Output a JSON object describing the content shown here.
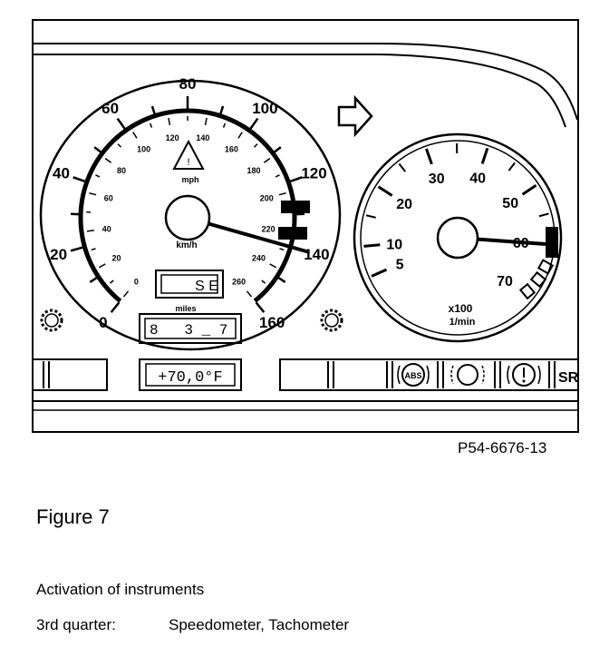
{
  "speedometer": {
    "mph_scale": [
      "0",
      "20",
      "40",
      "60",
      "80",
      "100",
      "120",
      "140",
      "160"
    ],
    "kmh_scale": [
      "0",
      "20",
      "40",
      "60",
      "80",
      "100",
      "120",
      "140",
      "160",
      "180",
      "200",
      "220",
      "240",
      "260"
    ],
    "mph_unit": "mph",
    "kmh_unit": "km/h",
    "display_top": "S E",
    "odometer_unit": "miles",
    "odometer": "8   3 _ 7",
    "needle_value_mph": 140
  },
  "tachometer": {
    "scale": [
      "5",
      "10",
      "20",
      "30",
      "40",
      "50",
      "60",
      "70"
    ],
    "unit_multiplier": "x100",
    "unit": "1/min",
    "needle_value": 60
  },
  "bottom_display": "+70,0°F",
  "warning_lamps": [
    "ABS",
    "SR"
  ],
  "figure_ref": "P54-6676-13",
  "figure_title": "Figure 7",
  "caption_line1": "Activation of instruments",
  "caption_line2_label": "3rd quarter:",
  "caption_line2_value": "Speedometer, Tachometer",
  "colors": {
    "ink": "#000000",
    "paper": "#ffffff"
  }
}
